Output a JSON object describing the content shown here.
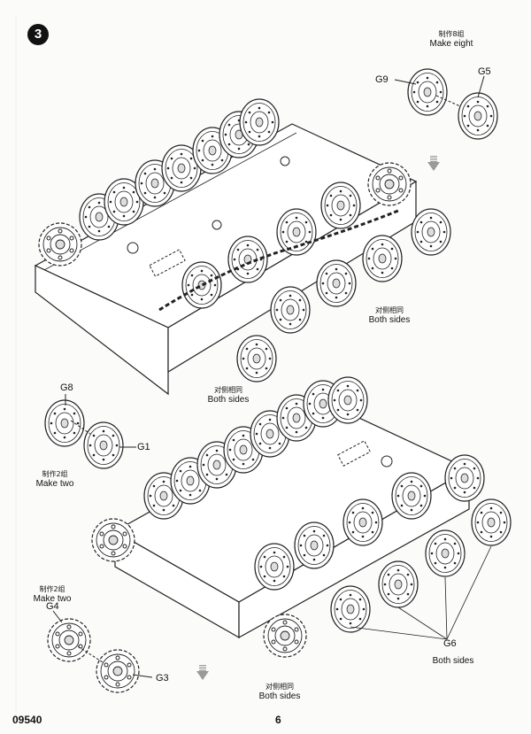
{
  "step": {
    "number": "3"
  },
  "footer": {
    "catalog_number": "09540",
    "page_number": "6"
  },
  "parts": {
    "g1": "G1",
    "g3": "G3",
    "g4": "G4",
    "g5": "G5",
    "g6": "G6",
    "g8": "G8",
    "g9": "G9"
  },
  "notes": {
    "make_eight": {
      "cn": "制作8组",
      "en": "Make eight"
    },
    "make_two_idler": {
      "cn": "制作2组",
      "en": "Make two"
    },
    "make_two_sprocket": {
      "cn": "制作2组",
      "en": "Make two"
    },
    "both_sides_upper_right": {
      "cn": "对侧相同",
      "en": "Both sides"
    },
    "both_sides_upper_center": {
      "cn": "对侧相同",
      "en": "Both sides"
    },
    "both_sides_g6": {
      "en": "Both sides"
    },
    "both_sides_lower": {
      "cn": "对侧相同",
      "en": "Both sides"
    }
  },
  "colors": {
    "line": "#222222",
    "badge": "#111111",
    "arrow": "#9a9a9a"
  }
}
